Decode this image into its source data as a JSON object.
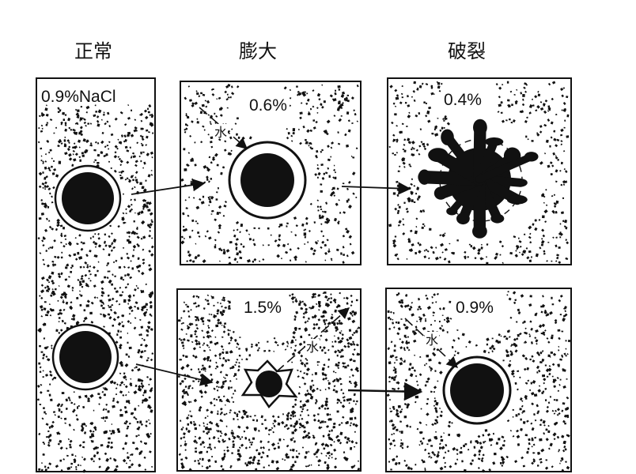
{
  "headers": {
    "normal": "正常",
    "swelling": "膨大",
    "rupture": "破裂"
  },
  "panels": {
    "normal": {
      "concentration": "0.9%NaCl"
    },
    "swell": {
      "concentration": "0.6%",
      "water_label": "水"
    },
    "burst": {
      "concentration": "0.4%"
    },
    "shrink": {
      "concentration": "1.5%",
      "water_label": "水"
    },
    "iso": {
      "concentration": "0.9%",
      "water_label": "水"
    }
  },
  "colors": {
    "ink": "#111111",
    "background": "#ffffff"
  }
}
